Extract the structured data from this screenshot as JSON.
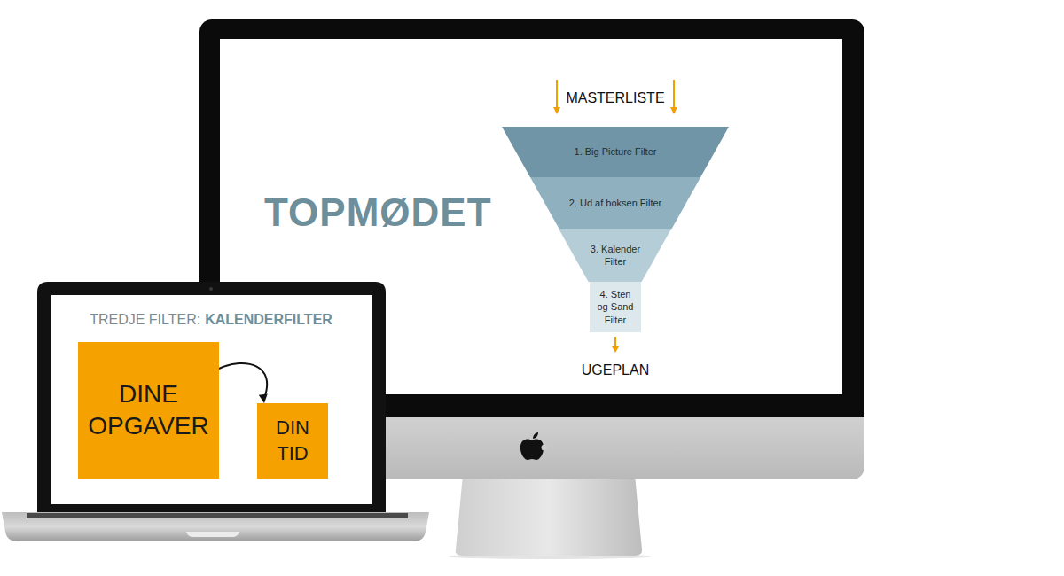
{
  "diagram": {
    "title": "TOPMØDET",
    "nodes": [
      {
        "text": [
          "1. Big Picture Filter"
        ]
      },
      {
        "text": [
          "2. Ud af boksen Filter"
        ]
      },
      {
        "text": [
          "3. Kalender Filter"
        ]
      },
      {
        "text": [
          "4. Sten og Sand Filter"
        ]
      },
      {
        "text": [
          "DINE OPGAVER"
        ]
      },
      {
        "text": [
          "DIN TID"
        ]
      }
    ],
    "edges": [
      {
        "from": 4,
        "to": 5,
        "arrow": "to"
      }
    ],
    "labels": [
      "MASTERLISTE",
      "UGEPLAN",
      "TREDJE FILTER:",
      "KALENDERFILTER"
    ]
  }
}
